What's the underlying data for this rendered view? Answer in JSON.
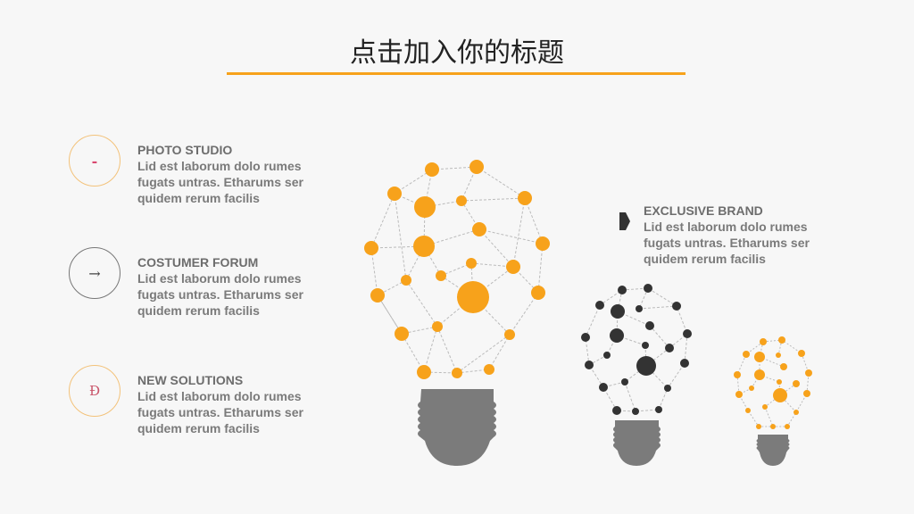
{
  "title": "点击加入你的标题",
  "colors": {
    "accent": "#f7a21b",
    "dark": "#333333",
    "grey": "#7a7a7a"
  },
  "icons": {
    "photo": "-",
    "forum": "→",
    "solutions": "Đ"
  },
  "items": [
    {
      "heading": "PHOTO STUDIO",
      "body": "Lid est laborum dolo rumes fugats untras. Etharums ser quidem rerum facilis"
    },
    {
      "heading": "COSTUMER FORUM",
      "body": "Lid est laborum dolo rumes fugats untras. Etharums ser quidem rerum facilis"
    },
    {
      "heading": "NEW SOLUTIONS",
      "body": "Lid est laborum dolo rumes fugats untras. Etharums ser quidem rerum facilis"
    },
    {
      "heading": "EXCLUSIVE BRAND",
      "body": "Lid est laborum dolo rumes fugats untras. Etharums ser quidem rerum facilis"
    }
  ]
}
